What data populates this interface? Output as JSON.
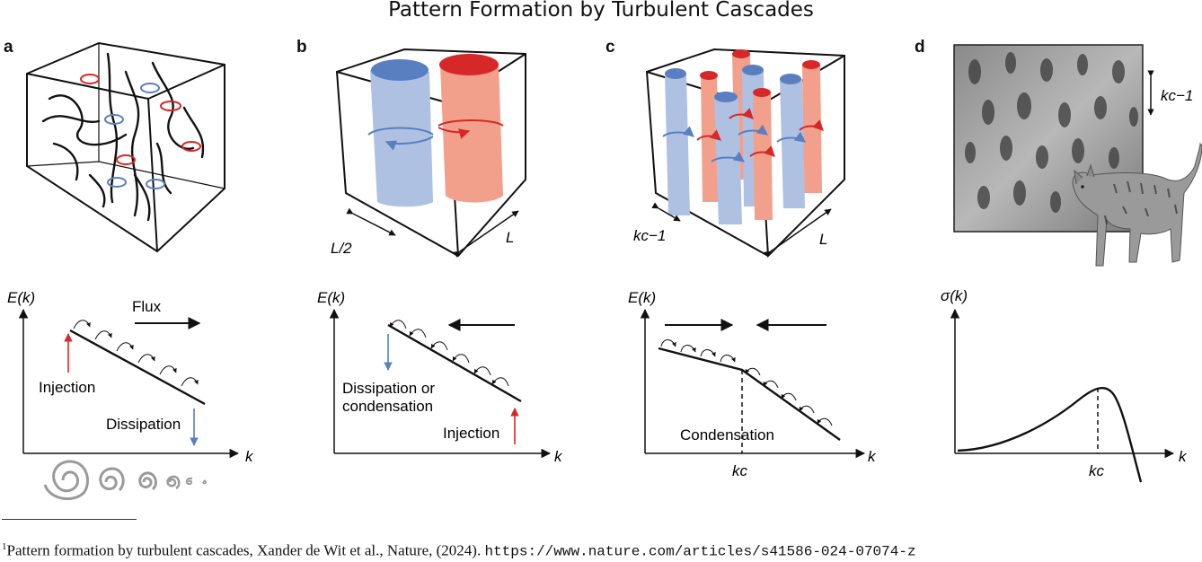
{
  "title": "Pattern Formation by Turbulent Cascades",
  "panels": {
    "a": {
      "label": "a",
      "ylabel": "E(k)",
      "xlabel": "k",
      "flux": "Flux",
      "injection": "Injection",
      "dissipation": "Dissipation"
    },
    "b": {
      "label": "b",
      "ylabel": "E(k)",
      "xlabel": "k",
      "box_small": "L/2",
      "box_large": "L",
      "dissipation": "Dissipation or",
      "dissipation2": "condensation",
      "injection": "Injection"
    },
    "c": {
      "label": "c",
      "ylabel": "E(k)",
      "xlabel": "k",
      "box_small": "kc−1",
      "box_large": "L",
      "condensation": "Condensation",
      "kc": "kc"
    },
    "d": {
      "label": "d",
      "ylabel": "σ(k)",
      "xlabel": "k",
      "kc": "kc",
      "scale": "kc−1"
    }
  },
  "footnote": {
    "number": "1",
    "text": "Pattern formation by turbulent cascades, Xander de Wit et al., Nature, (2024).",
    "url": "https://www.nature.com/articles/s41586-024-07074-z"
  },
  "colors": {
    "red": "#d62828",
    "blue": "#5a7fc0",
    "red_fill": "#f2a08c",
    "blue_fill": "#aec1e3"
  }
}
